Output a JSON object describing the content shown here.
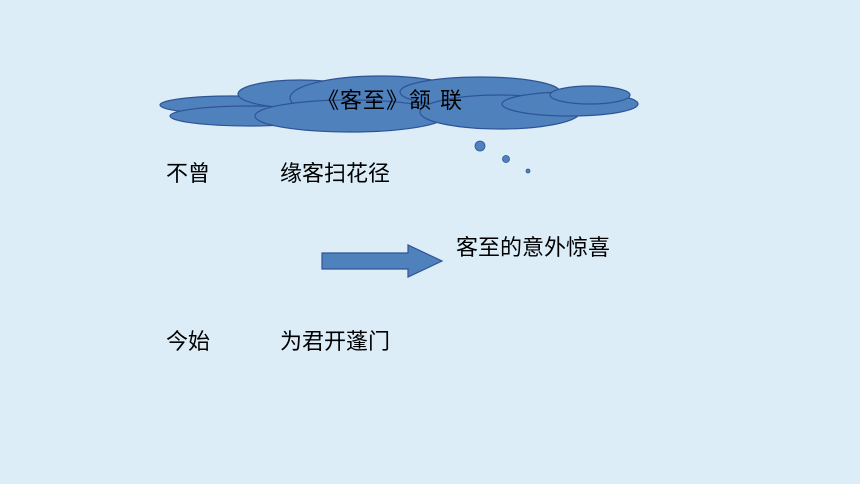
{
  "cloud": {
    "title": "《客至》颔 联"
  },
  "lines": {
    "line1_left": "不曾",
    "line1_right": "缘客扫花径",
    "line2_left": "今始",
    "line2_right": "为君开蓬门"
  },
  "result": {
    "text": "客至的意外惊喜"
  },
  "colors": {
    "background": "#dcedf8",
    "cloud_fill": "#4f81bd",
    "cloud_stroke": "#2f5496",
    "arrow_fill": "#4f81bd"
  }
}
